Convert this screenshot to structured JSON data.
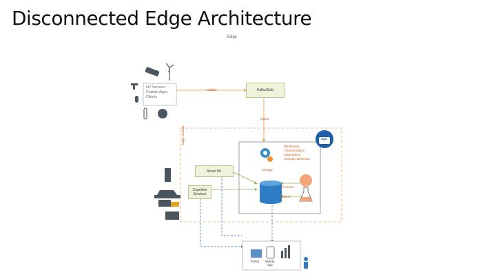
{
  "title": "Disconnected Edge Architecture",
  "edge_label": "Edge",
  "edge_domain_label": "Edge Domain",
  "sources": {
    "line1": "IoT Sensors",
    "line2": "Custom Apps",
    "line3": "Clients"
  },
  "publish_label": "Publish",
  "kafka_label": "Kafka/Scitt",
  "ingest_label": "Ingest",
  "storage_label": "Storage",
  "processing": {
    "line1": "Windowing",
    "line2": "Transformation",
    "line3": "Aggregation",
    "line4": "Anomaly Detection"
  },
  "azure_ml_label": "Azure ML",
  "cognitive": {
    "line1": "Cognitive",
    "line2": "Services"
  },
  "process_label": "Process",
  "analyze_label": "Analyze",
  "sql_badge": "SQL",
  "outputs": {
    "portal": "Portal",
    "mobile_line1": "Mobile",
    "mobile_line2": "App"
  },
  "colors": {
    "orange": "#e8923a",
    "blue": "#2e7dc4",
    "dashed_blue": "#5b8fc7",
    "green_box": "#eef3dc",
    "salmon": "#f4a57a"
  }
}
